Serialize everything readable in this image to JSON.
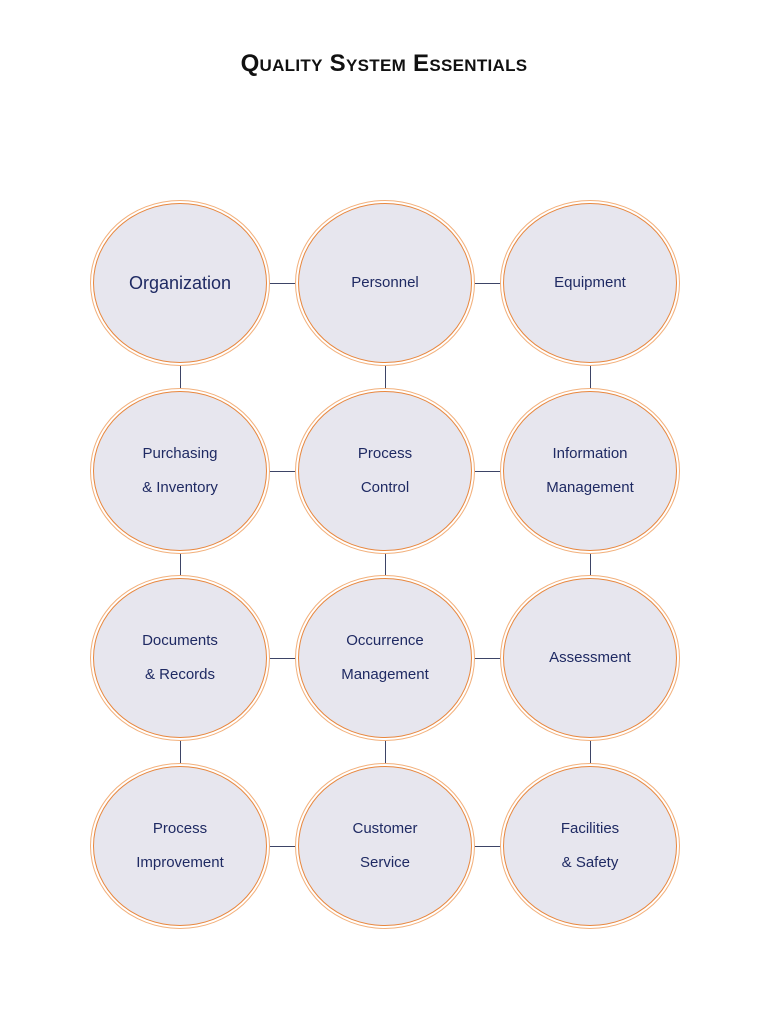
{
  "title": "Quality System Essentials",
  "nodes": [
    {
      "lines": [
        "Organization"
      ]
    },
    {
      "lines": [
        "Personnel"
      ]
    },
    {
      "lines": [
        "Equipment"
      ]
    },
    {
      "lines": [
        "Purchasing",
        "& Inventory"
      ]
    },
    {
      "lines": [
        "Process",
        "Control"
      ]
    },
    {
      "lines": [
        "Information",
        "Management"
      ]
    },
    {
      "lines": [
        "Documents",
        "& Records"
      ]
    },
    {
      "lines": [
        "Occurrence",
        "Management"
      ]
    },
    {
      "lines": [
        "Assessment"
      ]
    },
    {
      "lines": [
        "Process",
        "Improvement"
      ]
    },
    {
      "lines": [
        "Customer",
        "Service"
      ]
    },
    {
      "lines": [
        "Facilities",
        "& Safety"
      ]
    }
  ],
  "colors": {
    "node_fill": "#e7e6ee",
    "node_border": "#e8873e",
    "node_text": "#1f2a63",
    "connector": "#3d4466"
  }
}
